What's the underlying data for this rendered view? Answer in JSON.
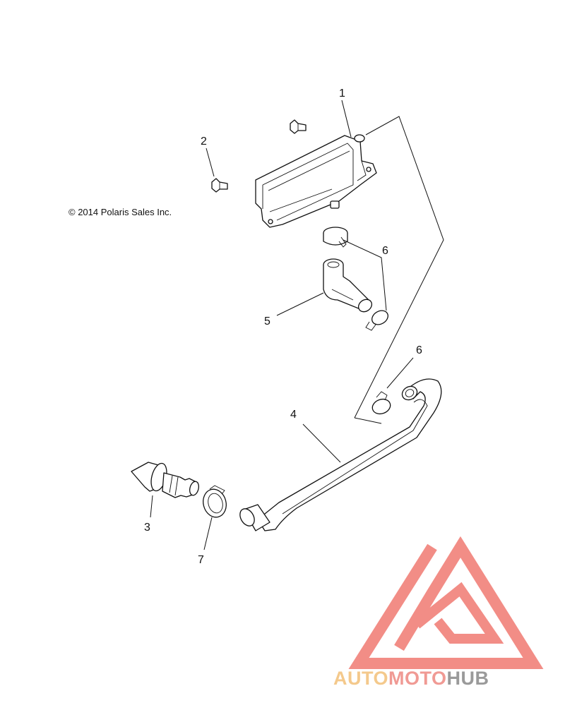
{
  "copyright": "© 2014 Polaris Sales Inc.",
  "callouts": [
    {
      "id": "callout-1",
      "label": "1"
    },
    {
      "id": "callout-2",
      "label": "2"
    },
    {
      "id": "callout-3",
      "label": "3"
    },
    {
      "id": "callout-4",
      "label": "4"
    },
    {
      "id": "callout-5",
      "label": "5"
    },
    {
      "id": "callout-6a",
      "label": "6"
    },
    {
      "id": "callout-6b",
      "label": "6"
    },
    {
      "id": "callout-7",
      "label": "7"
    }
  ],
  "watermark": {
    "part1": "AUTO",
    "part2": "MOTO",
    "part3": "HUB",
    "color_auto": "#f4c98c",
    "color_moto": "#f09a94",
    "color_hub": "#9a9a9a",
    "logo_color": "#f07a72"
  }
}
